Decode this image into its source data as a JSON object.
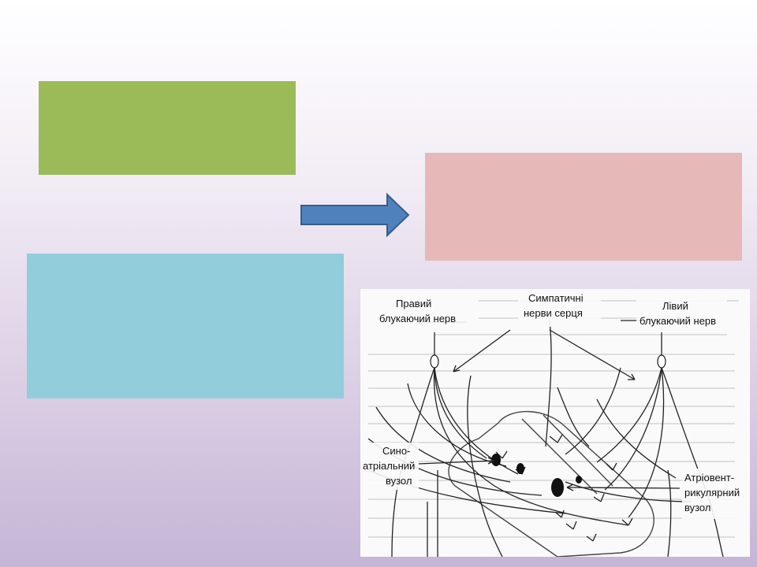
{
  "colors": {
    "green_box": "#9bbb59",
    "pink_box": "#e6b9b8",
    "blue_box": "#92cddc",
    "arrow_fill": "#4f81bd",
    "arrow_stroke": "#385d8a"
  },
  "figure": {
    "labels": {
      "right_vagus_line1": "Правий",
      "right_vagus_line2": "блукаючий нерв",
      "sympathetic_line1": "Симпатичні",
      "sympathetic_line2": "нерви серця",
      "left_vagus_line1": "Лівий",
      "left_vagus_line2": "блукаючий нерв",
      "sa_node_line1": "Сино-",
      "sa_node_line2": "атріальний",
      "sa_node_line3": "вузол",
      "av_node_line1": "Атріовент-",
      "av_node_line2": "рикулярний",
      "av_node_line3": "вузол"
    }
  }
}
